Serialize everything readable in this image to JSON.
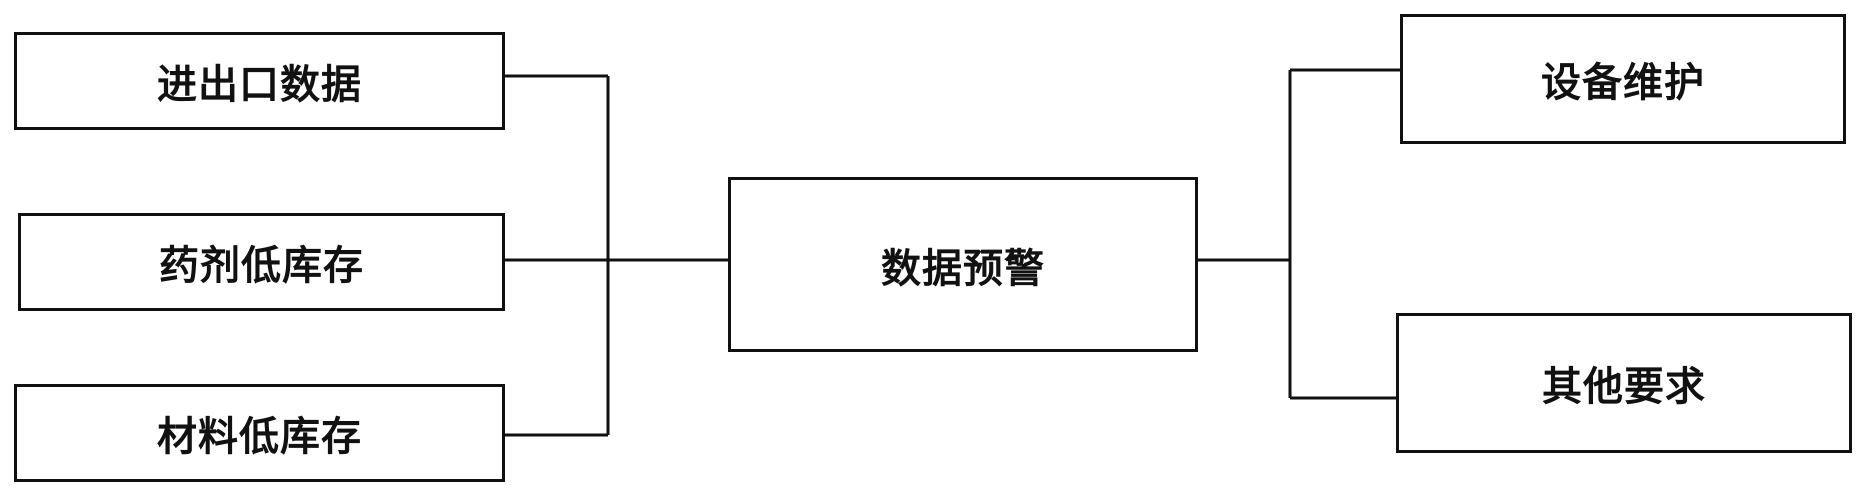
{
  "diagram": {
    "inputs": [
      {
        "id": "import_export",
        "label": "进出口数据"
      },
      {
        "id": "reagent_low_stock",
        "label": "药剂低库存"
      },
      {
        "id": "material_low_stock",
        "label": "材料低库存"
      }
    ],
    "center": {
      "id": "data_warning",
      "label": "数据预警"
    },
    "outputs": [
      {
        "id": "equipment_maintenance",
        "label": "设备维护"
      },
      {
        "id": "other_requirements",
        "label": "其他要求"
      }
    ]
  },
  "colors": {
    "stroke": "#111111",
    "background": "#ffffff",
    "text": "#111111"
  }
}
